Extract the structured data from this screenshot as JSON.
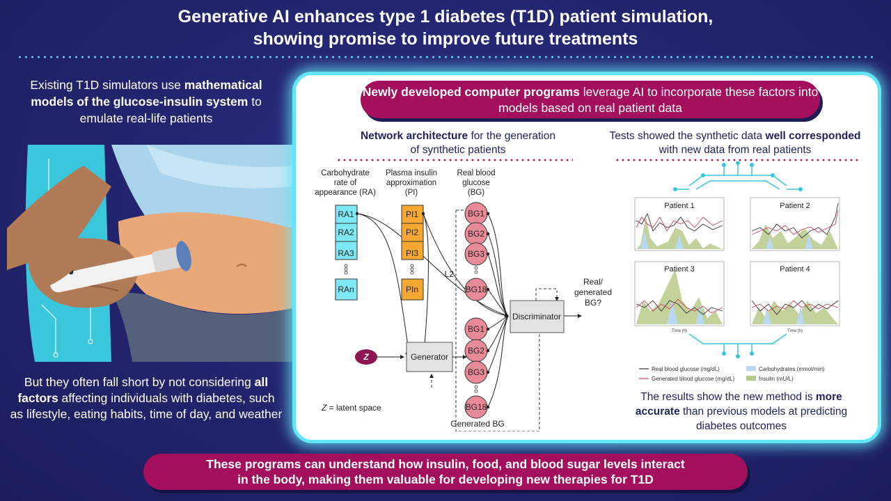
{
  "header": {
    "title_line1": "Generative AI enhances type 1 diabetes (T1D) patient simulation,",
    "title_line2": "showing promise to improve future treatments"
  },
  "left": {
    "top_text_a": "Existing T1D simulators use ",
    "top_text_bold": "mathematical models of the glucose-insulin system",
    "top_text_b": " to emulate real-life patients",
    "bottom_text_a": "But they often fall short by not considering ",
    "bottom_text_bold": "all factors",
    "bottom_text_b": " affecting individuals with diabetes, such as lifestyle, eating habits, time of day, and weather"
  },
  "panel": {
    "banner_bold": "Newly developed computer programs",
    "banner_rest": " leverage AI to incorporate these factors into models based on real patient data",
    "network_heading_bold": "Network architecture",
    "network_heading_rest": " for the generation of synthetic patients",
    "tests_heading_a": "Tests showed the synthetic data ",
    "tests_heading_bold": "well corresponded",
    "tests_heading_b": " with new data from real patients",
    "results_a": "The results show the new method is ",
    "results_bold": "more accurate",
    "results_b": " than previous models at predicting diabetes outcomes"
  },
  "network": {
    "ra_label": [
      "Carbohydrate",
      "rate of",
      "appearance (RA)"
    ],
    "pi_label": [
      "Plasma insulin",
      "approximation",
      "(PI)"
    ],
    "bg_label": [
      "Real blood",
      "glucose",
      "(BG)"
    ],
    "ra_nodes": [
      "RA1",
      "RA2",
      "RA3",
      "RAn"
    ],
    "pi_nodes": [
      "PI1",
      "PI2",
      "PI3",
      "PIn"
    ],
    "real_bg_nodes": [
      "BG1",
      "BG2",
      "BG3",
      "BG18"
    ],
    "gen_bg_nodes": [
      "BG1",
      "BG2",
      "BG3",
      "BG18"
    ],
    "l2": "L2",
    "z_node": "Z",
    "z_note_var": "Z",
    "z_note_rest": " = latent space",
    "generator": "Generator",
    "discriminator": "Discriminator",
    "output_label": [
      "Real/",
      "generated",
      "BG?"
    ],
    "generated_bg": "Generated BG"
  },
  "charts": {
    "patients": [
      "Patient 1",
      "Patient 2",
      "Patient 3",
      "Patient 4"
    ],
    "x_axis_label": "Time (h)",
    "legend": {
      "real": "Real blood glucose (mg/dL)",
      "generated": "Generated blood glucose (mg/dL)",
      "carbs": "Carbohydrates (mmol/min)",
      "insulin": "Insulin (mU/L)"
    },
    "colors": {
      "real": "#333333",
      "generated": "#d0425a",
      "carbs": "#b9d8f0",
      "insulin": "#b8c98a"
    }
  },
  "footer": {
    "line1": "These programs can understand how insulin, food, and blood sugar levels interact",
    "line2": "in the body, making them valuable for developing new therapies for T1D"
  },
  "theme": {
    "background": "#23246d",
    "accent_cyan": "#62e6f5",
    "magenta": "#a30f5c",
    "ra_fill": "#7ee8f6",
    "pi_fill": "#f7a833",
    "bg_fill": "#e98a99"
  }
}
